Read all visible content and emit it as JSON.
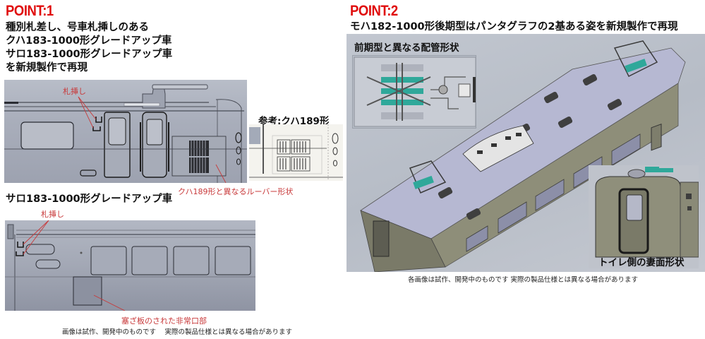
{
  "point1": {
    "title": "POINT:1",
    "heading_lines": [
      "種別札差し、号車札挿しのある",
      "クハ183-1000形グレードアップ車",
      "サロ183-1000形グレードアップ車",
      "を新規製作で再現"
    ],
    "kuha_panel": {
      "label_sashi": "札挿し",
      "label_louver": "クハ189形と異なるルーバー形状"
    },
    "reference_panel": {
      "title": "参考:クハ189形"
    },
    "saro_panel": {
      "heading": "サロ183-1000形グレードアップ車",
      "label_sashi": "札挿し",
      "label_emergency": "塞ざ板のされた非常口部"
    },
    "disclaimer": "画像は試作、開発中のものです　 実際の製品仕様とは異なる場合があります"
  },
  "point2": {
    "title": "POINT:2",
    "heading": "モハ182-1000形後期型はパンタグラフの2基ある姿を新規製作で再現",
    "pipe_inset_label": "前期型と異なる配管形状",
    "toilet_inset_label": "トイレ側の妻面形状",
    "disclaimer": "各画像は試作、開発中のものです  実際の製品仕様とは異なる場合があります"
  },
  "colors": {
    "point_title": "#e00d0d",
    "annotation_red": "#c8393a",
    "car_body_gray": "#a9aebb",
    "roof_lavender": "#b3b6d0",
    "body_olive": "#8f8f7a",
    "pantograph_teal": "#2fa89a"
  }
}
